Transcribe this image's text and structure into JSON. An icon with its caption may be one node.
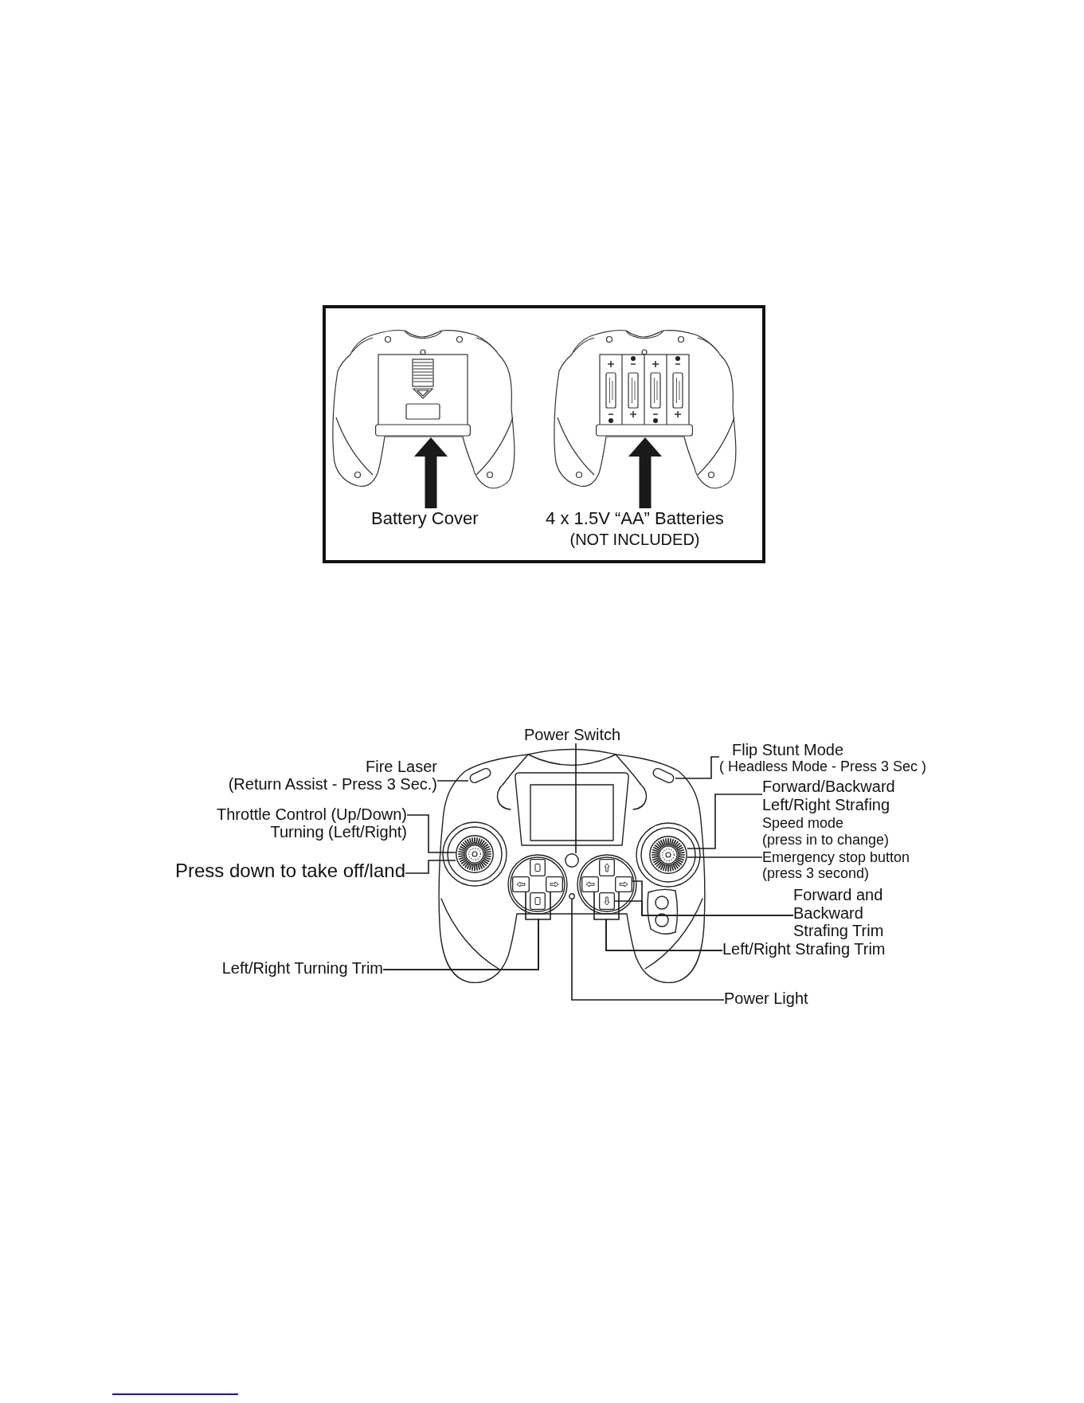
{
  "diagram": {
    "nodes": [
      {
        "text": [],
        "shape": "box"
      },
      {
        "text": [],
        "shape": "picture",
        "in": 0
      },
      {
        "text": [],
        "shape": "picture",
        "in": 0
      },
      {
        "text": [
          "Battery Cover"
        ],
        "in": 0
      },
      {
        "text": [
          "4 x 1.5V “AA” Batteries",
          "(NOT INCLUDED)"
        ],
        "in": 0
      },
      {
        "text": [],
        "shape": "box"
      },
      {
        "text": [],
        "shape": "box"
      },
      {
        "text": [],
        "shape": "circle"
      },
      {
        "text": [],
        "shape": "circle"
      },
      {
        "text": [],
        "shape": "circle"
      },
      {
        "text": [],
        "shape": "box"
      },
      {
        "text": [],
        "shape": "box"
      },
      {
        "text": [],
        "shape": "box"
      },
      {
        "text": [],
        "shape": "box"
      },
      {
        "text": [],
        "shape": "box"
      },
      {
        "text": [],
        "shape": "box"
      },
      {
        "text": [],
        "shape": "box"
      },
      {
        "text": [],
        "shape": "box"
      },
      {
        "text": [],
        "shape": "circle"
      },
      {
        "text": [
          "Power Switch"
        ]
      },
      {
        "text": [
          "Flip Stunt Mode",
          "( Headless Mode - Press 3 Sec )"
        ]
      },
      {
        "text": [
          "Fire Laser",
          "(Return Assist - Press 3 Sec.)"
        ]
      },
      {
        "text": [
          "Forward/Backward",
          "Left/Right Strafing"
        ]
      },
      {
        "text": [
          "Throttle Control (Up/Down)",
          "Turning (Left/Right)"
        ]
      },
      {
        "text": [
          "Emergency stop button",
          "(press 3 second)"
        ]
      },
      {
        "text": [
          "Press down to take off/land"
        ]
      },
      {
        "text": [
          "Forward and Backward Strafing Trim"
        ]
      },
      {
        "text": [
          "Left/Right Strafing Trim"
        ]
      },
      {
        "text": [
          "Left/Right Turning Trim"
        ]
      },
      {
        "text": [
          "Power Light"
        ]
      }
    ],
    "edges": [
      {
        "from": 3,
        "to": 1,
        "arrow": "to",
        "style": "thick"
      },
      {
        "from": 4,
        "to": 2,
        "arrow": "to",
        "style": "thick"
      },
      {
        "from": 19,
        "to": 9,
        "arrow": "none"
      },
      {
        "from": 20,
        "to": 6,
        "arrow": "none"
      },
      {
        "from": 21,
        "to": 5,
        "arrow": "none"
      },
      {
        "from": 22,
        "to": 8,
        "arrow": "none"
      },
      {
        "from": 23,
        "to": 7,
        "arrow": "none"
      },
      {
        "from": 24,
        "to": 8,
        "arrow": "none"
      },
      {
        "from": 25,
        "to": 7,
        "arrow": "none"
      },
      {
        "from": 26,
        "to": 16,
        "arrow": "none"
      },
      {
        "from": 26,
        "to": 17,
        "arrow": "none"
      },
      {
        "from": 27,
        "to": 15,
        "arrow": "none"
      },
      {
        "from": 27,
        "to": 16,
        "arrow": "none"
      },
      {
        "from": 28,
        "to": 11,
        "arrow": "none"
      },
      {
        "from": 28,
        "to": 12,
        "arrow": "none"
      },
      {
        "from": 29,
        "to": 18,
        "arrow": "none"
      }
    ],
    "labels": [
      "Speed mode",
      "(press in to change)"
    ]
  }
}
